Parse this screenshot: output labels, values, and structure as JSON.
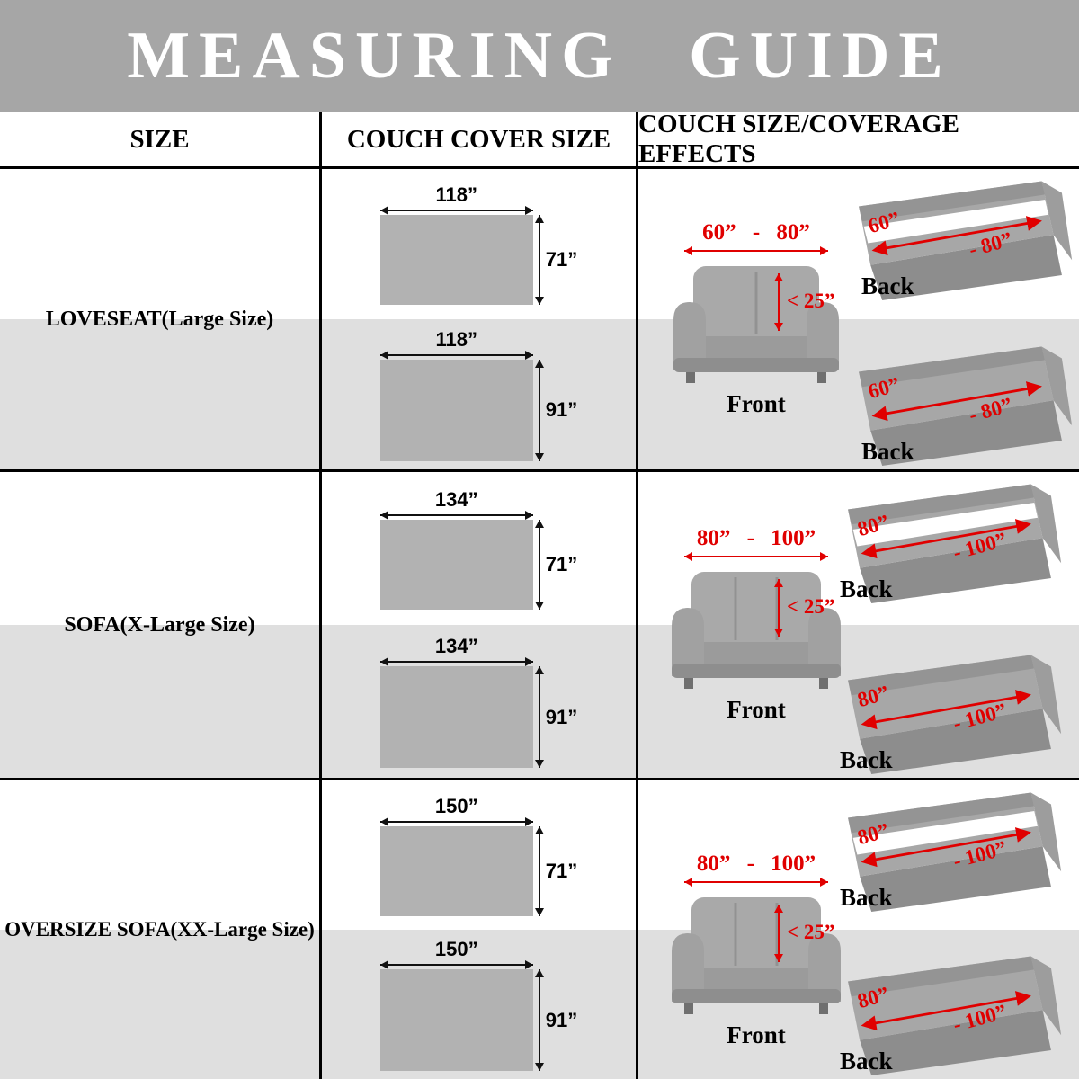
{
  "title": "MEASURING  GUIDE",
  "columns": [
    "SIZE",
    "COUCH COVER SIZE",
    "COUCH SIZE/COVERAGE EFFECTS"
  ],
  "colors": {
    "banner_gray": "#a6a6a6",
    "band_gray": "#dfdfdf",
    "rect_gray": "#b2b2b2",
    "accent_red": "#e00000"
  },
  "rows": [
    {
      "size_label": "LOVESEAT(Large Size)",
      "cover_top": {
        "width": "118”",
        "height": "71”"
      },
      "cover_bottom": {
        "width": "118”",
        "height": "91”"
      },
      "front": {
        "range": "60” - 80”",
        "depth": "< 25”",
        "label": "Front"
      },
      "back_top": {
        "start": "60”",
        "end": "- 80”",
        "label": "Back"
      },
      "back_bottom": {
        "start": "60”",
        "end": "- 80”",
        "label": "Back"
      }
    },
    {
      "size_label": "SOFA(X-Large Size)",
      "cover_top": {
        "width": "134”",
        "height": "71”"
      },
      "cover_bottom": {
        "width": "134”",
        "height": "91”"
      },
      "front": {
        "range": "80” - 100”",
        "depth": "< 25”",
        "label": "Front"
      },
      "back_top": {
        "start": "80”",
        "end": "- 100”",
        "label": "Back"
      },
      "back_bottom": {
        "start": "80”",
        "end": "- 100”",
        "label": "Back"
      }
    },
    {
      "size_label": "OVERSIZE SOFA(XX-Large Size)",
      "cover_top": {
        "width": "150”",
        "height": "71”"
      },
      "cover_bottom": {
        "width": "150”",
        "height": "91”"
      },
      "front": {
        "range": "80” - 100”",
        "depth": "< 25”",
        "label": "Front"
      },
      "back_top": {
        "start": "80”",
        "end": "- 100”",
        "label": "Back"
      },
      "back_bottom": {
        "start": "80”",
        "end": "- 100”",
        "label": "Back"
      }
    }
  ]
}
